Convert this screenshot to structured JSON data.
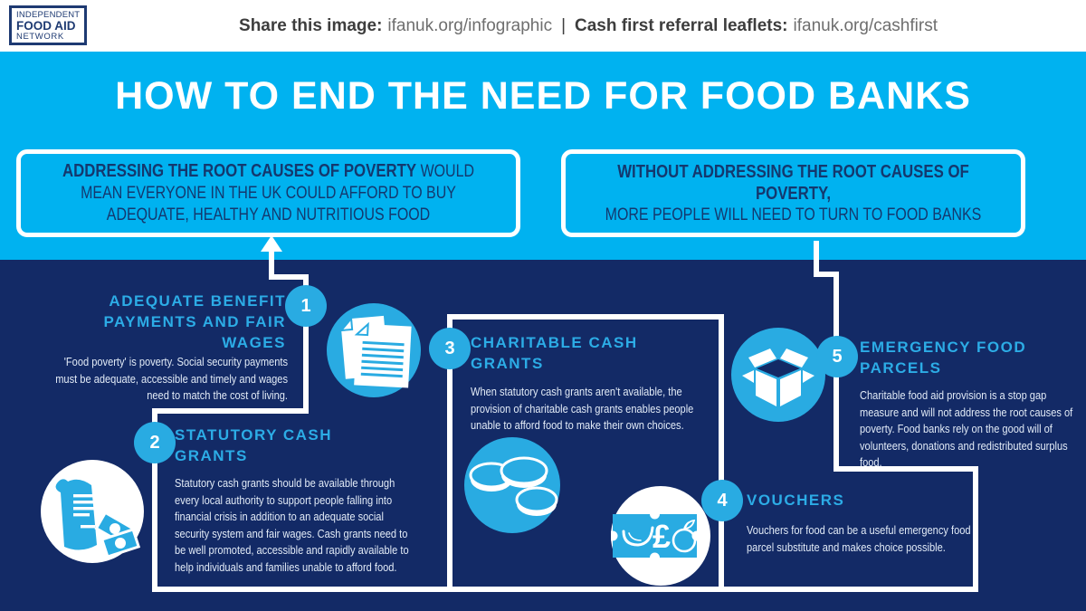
{
  "topbar": {
    "logo": {
      "line1": "INDEPENDENT",
      "line2": "FOOD AID",
      "line3": "NETWORK"
    },
    "share_label": "Share this image:",
    "share_url": "ifanuk.org/infographic",
    "separator": "|",
    "leaflets_label": "Cash first referral leaflets:",
    "leaflets_url": "ifanuk.org/cashfirst"
  },
  "header": {
    "title": "HOW TO END THE NEED FOR FOOD BANKS",
    "left_box": {
      "bold": "ADDRESSING THE ROOT CAUSES OF POVERTY",
      "rest": " WOULD MEAN EVERYONE IN THE UK COULD AFFORD TO BUY ADEQUATE, HEALTHY AND NUTRITIOUS FOOD"
    },
    "right_box": {
      "bold": "WITHOUT ADDRESSING THE ROOT CAUSES OF POVERTY,",
      "rest": "MORE PEOPLE WILL NEED TO TURN TO FOOD BANKS"
    }
  },
  "steps": [
    {
      "number": "1",
      "title": "ADEQUATE BENEFIT PAYMENTS AND FAIR WAGES",
      "body": "'Food poverty' is poverty. Social security payments must be adequate, accessible and timely and wages need to match the cost of living.",
      "icon": "papers-icon"
    },
    {
      "number": "2",
      "title": "STATUTORY CASH GRANTS",
      "body": "Statutory cash grants should be available through every local authority to support people falling into financial crisis in addition to an adequate social security system and fair wages. Cash grants need to be well promoted, accessible and rapidly available to help individuals and families unable to afford food.",
      "icon": "receipt-cash-icon"
    },
    {
      "number": "3",
      "title": "CHARITABLE CASH GRANTS",
      "body": "When statutory cash grants aren't available, the provision of charitable cash grants enables people unable to afford food to make their own choices.",
      "icon": "coins-icon"
    },
    {
      "number": "4",
      "title": "VOUCHERS",
      "body": "Vouchers for food can be a useful emergency food parcel substitute and makes choice possible.",
      "icon": "food-voucher-icon",
      "icon_symbol": "£"
    },
    {
      "number": "5",
      "title": "EMERGENCY FOOD PARCELS",
      "body": "Charitable food aid provision is a stop gap measure and will not address the root causes of poverty. Food banks rely on the good will of volunteers, donations and redistributed surplus food.",
      "icon": "open-box-icon"
    }
  ],
  "colors": {
    "band_blue": "#00b2f0",
    "accent_blue": "#29abe2",
    "navy": "#132a66",
    "box_text_navy": "#14386e",
    "body_text": "#e2ebf7"
  }
}
